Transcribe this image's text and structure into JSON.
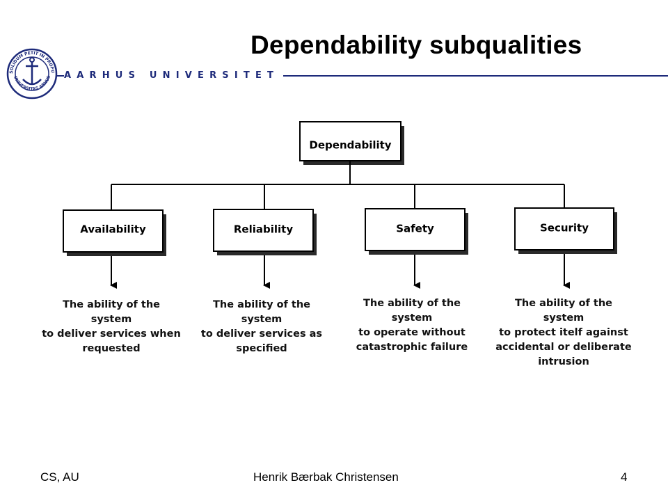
{
  "header": {
    "university_name": "AARHUS UNIVERSITET",
    "seal_text": "SOLIDUM PETIT IN PROFUNDIS · UNIVERSITAS ARHUSIENSIS",
    "title": "Dependability subqualities",
    "brand_color": "#1d2a7a"
  },
  "diagram": {
    "root": "Dependability",
    "children": [
      {
        "label": "Availability",
        "description": [
          "The ability of the system",
          "to deliver services when",
          "requested"
        ]
      },
      {
        "label": "Reliability",
        "description": [
          "The ability of the system",
          "to deliver services as",
          "specified"
        ]
      },
      {
        "label": "Safety",
        "description": [
          "The ability of the system",
          "to operate without",
          "catastrophic failure"
        ]
      },
      {
        "label": "Security",
        "description": [
          "The ability of the system",
          "to protect itelf against",
          "accidental or deliberate",
          "intrusion"
        ]
      }
    ]
  },
  "footer": {
    "left": "CS, AU",
    "center": "Henrik Bærbak Christensen",
    "page_number": "4"
  }
}
